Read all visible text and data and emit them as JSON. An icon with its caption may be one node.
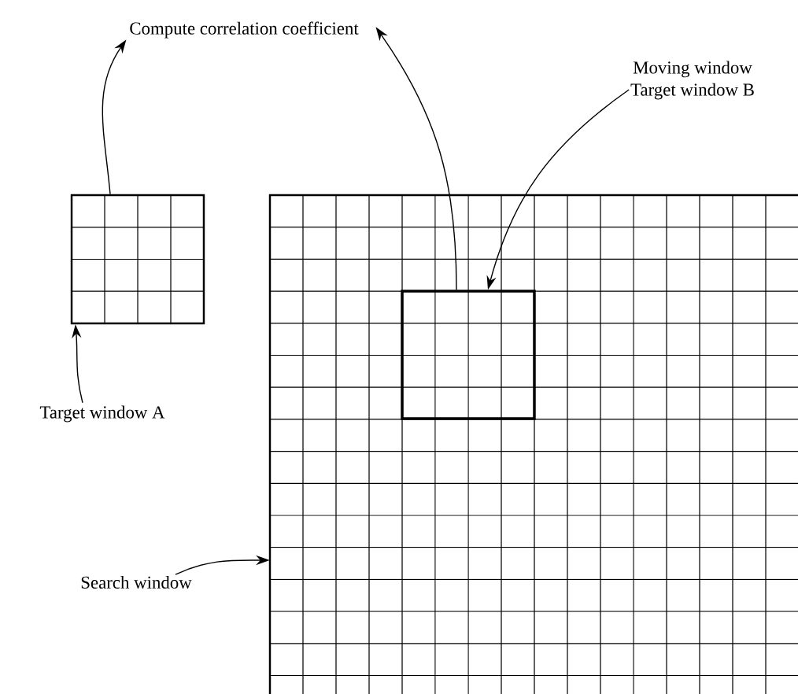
{
  "diagram": {
    "nodes": [
      {
        "text": [
          "Compute correlation coefficient"
        ]
      },
      {
        "text": [
          "Moving window",
          "Target window B"
        ]
      },
      {
        "text": [],
        "shape": "box"
      },
      {
        "text": [],
        "shape": "box"
      },
      {
        "text": [],
        "shape": "box",
        "in": 3
      },
      {
        "text": [
          "Target window A"
        ]
      },
      {
        "text": [
          "Search window"
        ]
      }
    ],
    "edges": [
      {
        "from": 2,
        "to": 0,
        "arrow": "to"
      },
      {
        "from": 4,
        "to": 0,
        "arrow": "to"
      },
      {
        "from": 1,
        "to": 4,
        "arrow": "to"
      },
      {
        "from": 5,
        "to": 2,
        "arrow": "to"
      },
      {
        "from": 6,
        "to": 3,
        "arrow": "to"
      }
    ]
  }
}
